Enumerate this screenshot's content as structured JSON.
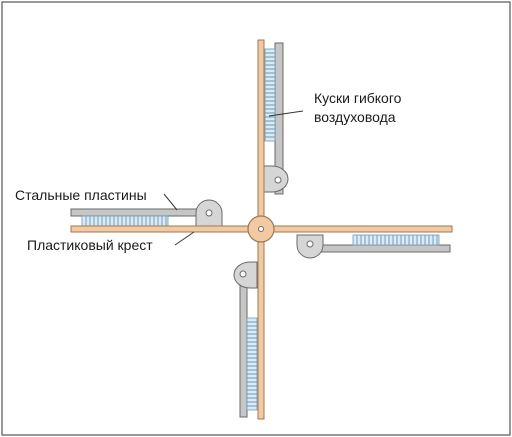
{
  "labels": {
    "flexible_duct": [
      "Куски гибкого",
      "воздуховода"
    ],
    "steel_plates": "Стальные пластины",
    "plastic_cross": "Пластиковый крест"
  },
  "colors": {
    "background": "#ffffff",
    "border": "#555555",
    "cross_fill": "#f3c9a2",
    "cross_stroke": "#9a7a55",
    "plate_fill": "#c6c6c6",
    "plate_stroke": "#6a6a6a",
    "duct_fill": "#dbeaf3",
    "duct_coil": "#6a98b8",
    "bracket_fill": "#d6d6d6",
    "leader_line": "#333333"
  },
  "icons": [
    "plastic-cross",
    "steel-plate",
    "flexible-duct-piece",
    "hinge-bracket",
    "center-pivot"
  ]
}
